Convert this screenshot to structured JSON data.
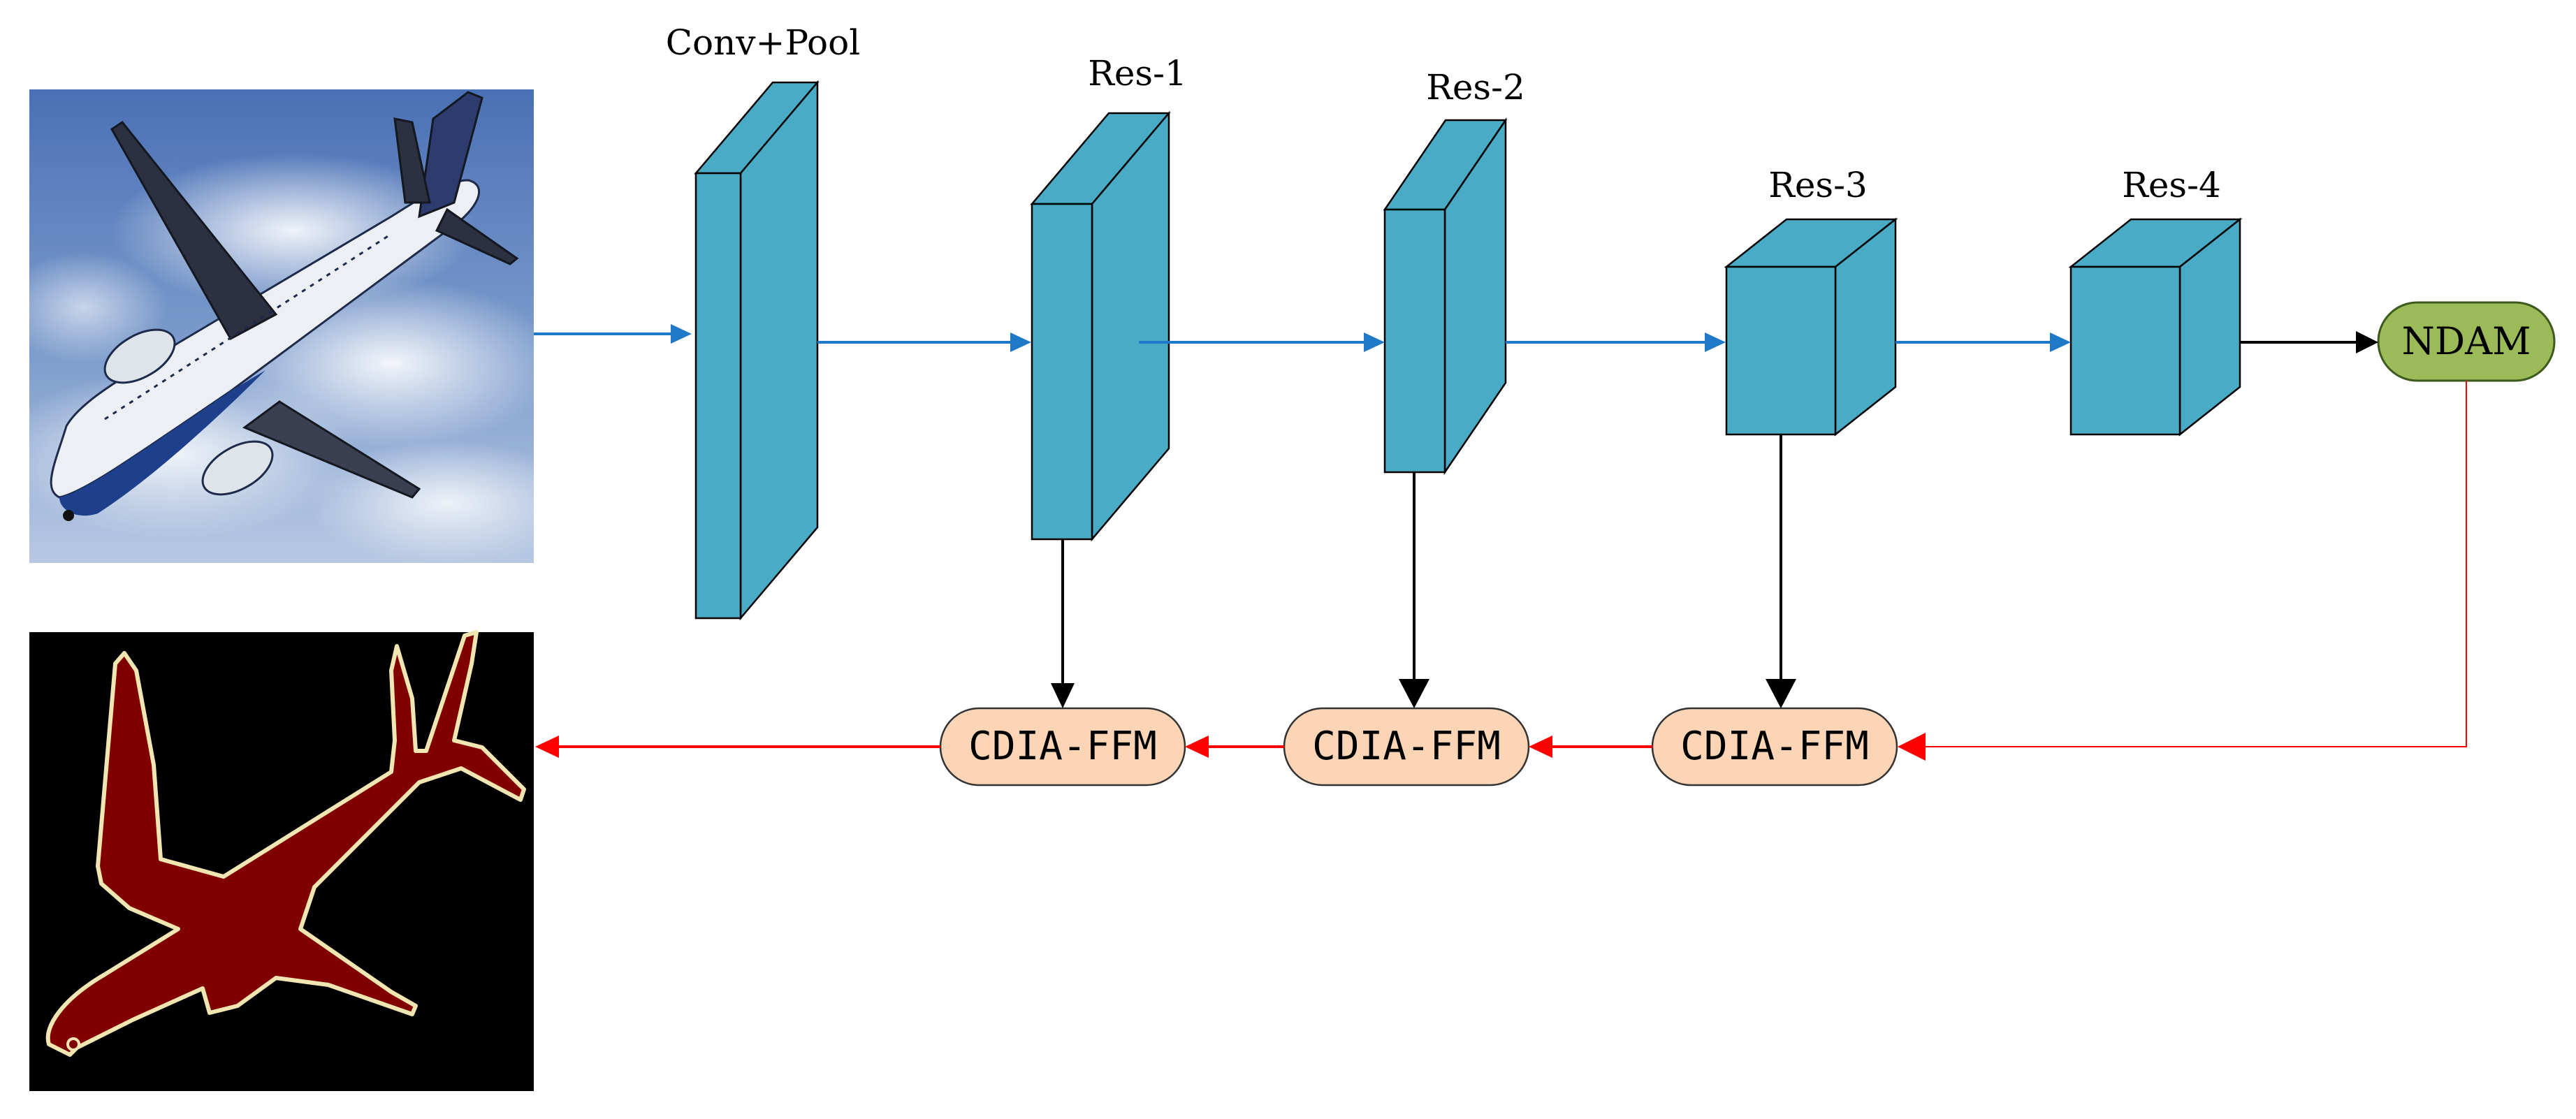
{
  "diagram": {
    "stages": [
      {
        "id": "conv",
        "label": "Conv+Pool"
      },
      {
        "id": "res1",
        "label": "Res-1"
      },
      {
        "id": "res2",
        "label": "Res-2"
      },
      {
        "id": "res3",
        "label": "Res-3"
      },
      {
        "id": "res4",
        "label": "Res-4"
      }
    ],
    "attention": {
      "label": "NDAM"
    },
    "fusion_modules": [
      {
        "label": "CDIA-FFM"
      },
      {
        "label": "CDIA-FFM"
      },
      {
        "label": "CDIA-FFM"
      }
    ],
    "input_image": {
      "description_icon": "airplane-photo"
    },
    "output_image": {
      "description_icon": "airplane-segmentation-mask"
    },
    "colors": {
      "block": "#4aabc6",
      "ndam": "#9bbb59",
      "ffm": "#fbd5b5",
      "blue_arrow": "#1f78c8",
      "red_arrow": "#ff0000",
      "black_arrow": "#000000",
      "mask_fill": "#800000",
      "mask_outline": "#f1e6b2",
      "sky_top": "#5a7fbf",
      "cloud": "#e8eef6"
    }
  }
}
